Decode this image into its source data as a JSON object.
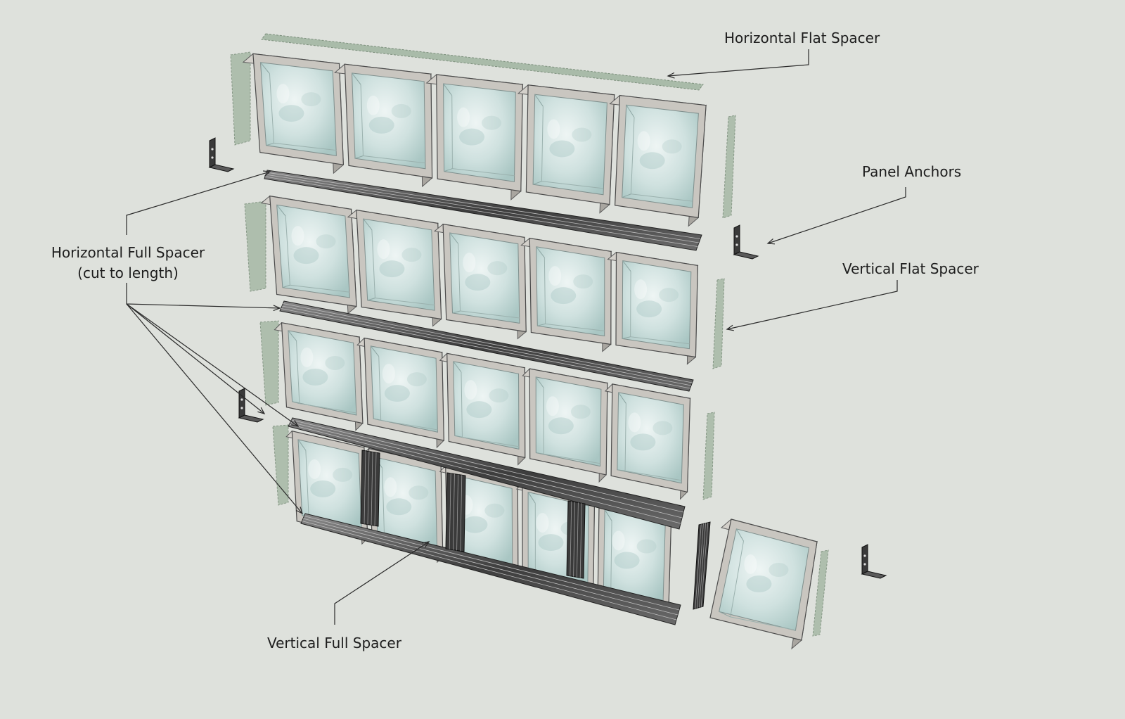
{
  "diagram": {
    "labels": {
      "horizontal_flat_spacer": "Horizontal Flat Spacer",
      "panel_anchors": "Panel Anchors",
      "vertical_flat_spacer": "Vertical Flat Spacer",
      "horizontal_full_spacer": "Horizontal Full Spacer",
      "cut_to_length": "(cut to length)",
      "vertical_full_spacer": "Vertical Full Spacer"
    },
    "colors": {
      "background": "#dee1dc",
      "block_frame": "#c9c6c0",
      "block_frame_dark": "#a9a6a0",
      "glass": "#d8e8e6",
      "glass_tint": "#9fc0bd",
      "spacer_dark": "#4a4a4a",
      "flat_spacer": "#a9bba9",
      "anchor": "#3a3a3a",
      "leader_line": "#2a2a2a"
    },
    "rows_of_blocks": 4,
    "blocks_per_row": 5,
    "loose_block_count": 1,
    "anchor_count": 4
  }
}
